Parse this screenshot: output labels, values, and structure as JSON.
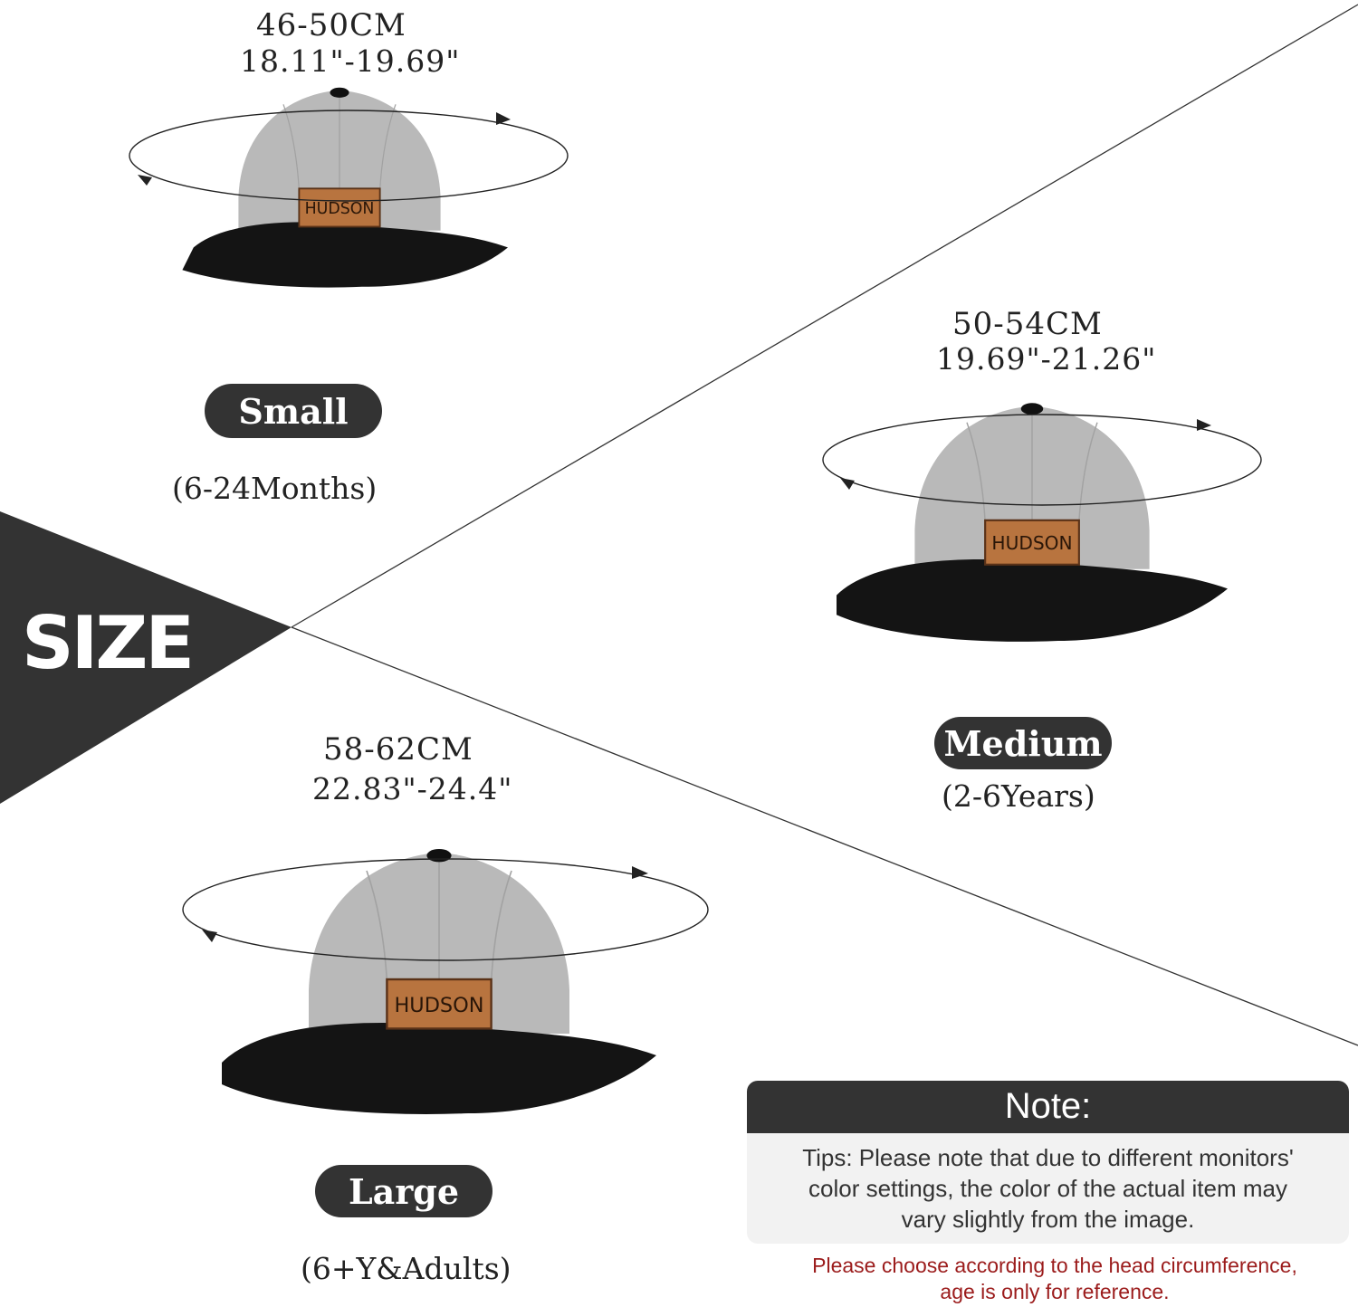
{
  "banner": {
    "title": "SIZE"
  },
  "sizes": [
    {
      "name": "Small",
      "cm": "46-50CM",
      "inches": "18.11\"-19.69\"",
      "age": "(6-24Months)",
      "patch_text": "HUDSON"
    },
    {
      "name": "Medium",
      "cm": "50-54CM",
      "inches": "19.69\"-21.26\"",
      "age": "(2-6Years)",
      "patch_text": "HUDSON"
    },
    {
      "name": "Large",
      "cm": "58-62CM",
      "inches": "22.83\"-24.4\"",
      "age": "(6+Y&Adults)",
      "patch_text": "HUDSON"
    }
  ],
  "note": {
    "title": "Note:",
    "lines": [
      "Tips: Please note that due to different monitors'",
      "color settings, the color of the actual item may",
      "vary slightly from the image."
    ]
  },
  "warning": {
    "lines": [
      "Please choose according to the head circumference,",
      "age is only for reference."
    ]
  },
  "colors": {
    "cap_crown": "#b9b9b9",
    "brim": "#141414",
    "patch": "#b8743f",
    "dark": "#333333",
    "warning": "#9b1b1b"
  }
}
